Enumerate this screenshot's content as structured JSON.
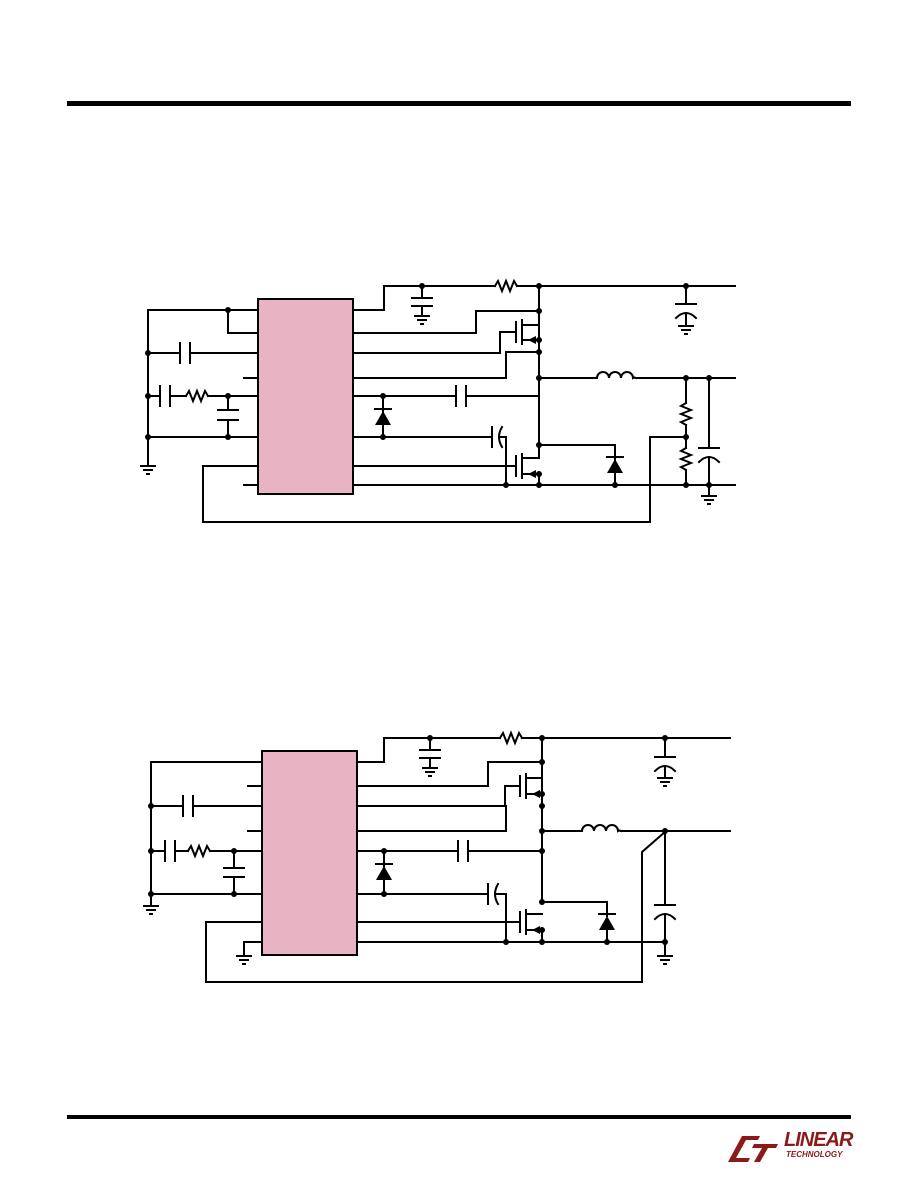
{
  "colors": {
    "ic_fill": "#e8b4c4",
    "wire": "#000000",
    "brand": "#8b1a1a"
  },
  "logo": {
    "word": "LINEAR",
    "sub": "TECHNOLOGY",
    "icon": "lt-logo-icon"
  },
  "schematics": [
    {
      "name": "upper-circuit",
      "ic_label": ""
    },
    {
      "name": "lower-circuit",
      "ic_label": ""
    }
  ]
}
